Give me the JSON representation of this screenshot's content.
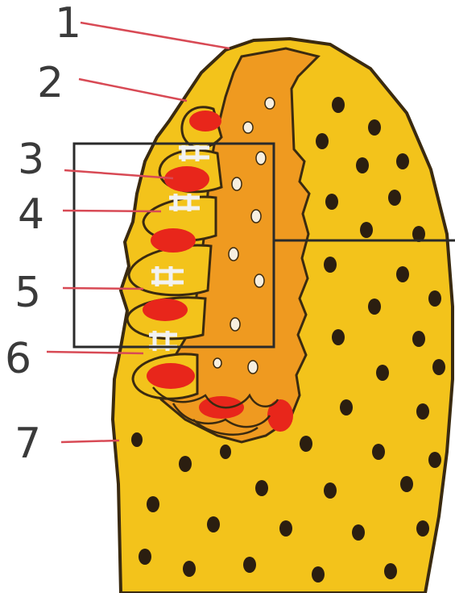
{
  "labels": [
    "1",
    "2",
    "3",
    "4",
    "5",
    "6",
    "7"
  ],
  "colors": {
    "background": "#ffffff",
    "body_fill": "#f3c31b",
    "inner_fill": "#ef9a20",
    "outline": "#3a2a10",
    "red_patch": "#e8261b",
    "dot": "#2b1e10",
    "leader_line": "#d84a55",
    "number_text": "#3a3a3a",
    "frame": "#2a2a2a",
    "connector": "#f2f2f2"
  }
}
